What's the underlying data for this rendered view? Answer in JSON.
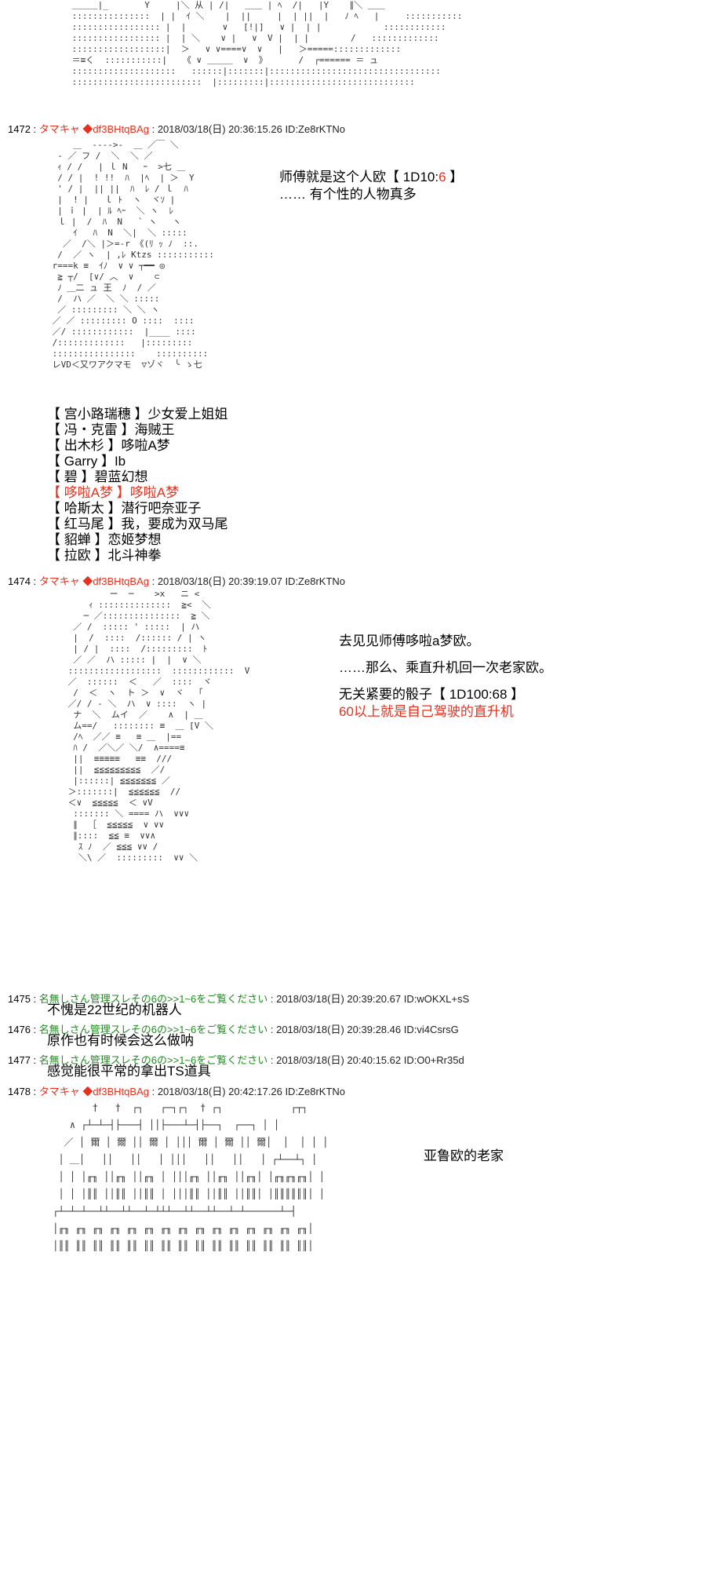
{
  "posts": [
    {
      "header": {
        "num": "1472 :",
        "name": "タマキャ",
        "trip": "◆df3BHtqBAg",
        "date": ": 2018/03/18(日) 20:36:15.26 ID:Ze8rKTNo"
      },
      "lines": [
        {
          "text": "师傅就是这个人欧【 1D10:",
          "hl": "6",
          "tail": " 】"
        },
        {
          "text": "…… 有个性的人物真多"
        }
      ],
      "list": [
        {
          "text": "【 宫小路瑞穗 】少女爱上姐姐",
          "red": false
        },
        {
          "text": "【 冯・克雷 】海贼王",
          "red": false
        },
        {
          "text": "【 出木杉 】哆啦A梦",
          "red": false
        },
        {
          "text": "【 Garry 】Ib",
          "red": false
        },
        {
          "text": "【 碧 】碧蓝幻想",
          "red": false
        },
        {
          "text": "【 哆啦A梦 】哆啦A梦",
          "red": true
        },
        {
          "text": "【 哈斯太 】潜行吧奈亚子",
          "red": false
        },
        {
          "text": "【 红马尾 】我，要成为双马尾",
          "red": false
        },
        {
          "text": "【 貂蝉 】恋姬梦想",
          "red": false
        },
        {
          "text": "【 拉欧 】北斗神拳",
          "red": false
        }
      ]
    },
    {
      "header": {
        "num": "1474 :",
        "name": "タマキャ",
        "trip": "◆df3BHtqBAg",
        "date": ": 2018/03/18(日) 20:39:19.07 ID:Ze8rKTNo"
      },
      "lines": [
        {
          "text": "去见见师傅哆啦a梦欧。"
        },
        {
          "text": "……那么、乘直升机回一次老家欧。"
        },
        {
          "text": "无关紧要的骰子【 1D100:68 】"
        },
        {
          "text": "60以上就是自己驾驶的直升机",
          "red": true
        }
      ]
    },
    {
      "header": {
        "num": "1475 :",
        "name": "名無しさん管理スレその6の>>1~6をご覧ください",
        "date": ": 2018/03/18(日) 20:39:20.67 ID:wOKXL+sS"
      },
      "text": "不愧是22世纪的机器人"
    },
    {
      "header": {
        "num": "1476 :",
        "name": "名無しさん管理スレその6の>>1~6をご覧ください",
        "date": ": 2018/03/18(日) 20:39:28.46 ID:vi4CsrsG"
      },
      "text": "原作也有时候会这么做呐"
    },
    {
      "header": {
        "num": "1477 :",
        "name": "名無しさん管理スレその6の>>1~6をご覧ください",
        "date": ": 2018/03/18(日) 20:40:15.62 ID:O0+Rr35d"
      },
      "text": "感觉能很平常的拿出TS道具"
    },
    {
      "header": {
        "num": "1478 :",
        "name": "タマキャ",
        "trip": "◆df3BHtqBAg",
        "date": ": 2018/03/18(日) 20:42:17.26 ID:Ze8rKTNo"
      },
      "text": "亚鲁欧的老家"
    }
  ],
  "aa": {
    "top": " ＿＿＿|_       Y     |＼ 从 | /|   ＿＿ | ﾍ  /|   |Y    ∥＼ ＿＿\n :::::::::::::::  | |  ｲ ＼    |  ||     |  | ||  |   ﾉ ﾍ   |     :::::::::::\n ::::::::::::::::: |  |       ∨   [!|]   ∨ |  | |            ::::::::::::\n ::::::::::::::::: |  | ＼    ∨ |   ∨  V |  | |        /   :::::::::::::\n ::::::::::::::::::|  ＞   ∨ ∨====∨  ∨   |   ＞=====:::::::::::::\n ＝≡く  :::::::::::|   《 ∨ ＿＿＿  ∨  》      /  ┌====== ＝ ュ\n ::::::::::::::::::::   ::::::|:::::::|:::::::::::::::::::::::::::::::::\n :::::::::::::::::::::::::  |:::::::::|::::::::::::::::::::::::::::",
    "girl": "     ＿  ‐‐-‐>-  ＿ ／￣ ＼\n  ‐ ／ フ /  ＼  ＼ ／\n  ｨ / /   | ｌ N   ｰ  >七 ＿\n  / / |  ! !!  ﾊ  |ﾍ  | ＞  Y\n  ' / |  || ||  ﾊ  ﾚ / ｌ  ﾊ\n  |  ! |   ｌ ﾄ  ヽ  ヾｿ |\n  | ｉ |  | ﾙ ﾍｰ  ＼ ヽ  ﾚ\n  ｌ |  /  ﾊ  N   ` ヽ   ヽ\n     ｲ   ﾊ  Ν  ＼|  ＼ :::::\n   ／  /＼ |＞=-r 《(ﾘ ｯ ﾉ  ::.\n  /  ／ ヽ  | ,ﾚ Ktzs :::::::::::\n r===k ≡  ｲﾉ  ∨ ∨ ┬━━ ◎\n  ≧ ┬/  [∨/ ︿  ∨    ⊂\n  ﾉ ＿二 ュ 王  ﾉ  / ／\n  /  ハ ／  ＼ ＼ :::::\n  ／ ::::::::: ＼ ＼ ヽ\n ／ ／ ::::::::: O ::::  ::::\n ／/ ::::::::::::  |____ ::::\n /:::::::::::::   |:::::::::\n ::::::::::::::::    ::::::::::\n レVD＜又ワアクマモ  ▽ゾヾ  ╰ ゝ七",
    "doraemon": "         ー  ─    >x   ニ <\n     ｨ ::::::::::::::  ≧<  ＼\n    ─ ／:::::::::::::::  ≧ ＼\n  ／ /  ::::: ' :::::  | ハ \n  |  /  ::::  /:::::: / | ヽ\n  | / |  ::::  /:::::::::  ﾄ\n  ／ ／  ハ ::::: |  |  ∨ ＼\n ::::::::::::::::::  ::::::::::::  V\n ／  ::::::  ＜   ／  ::::  ヾ\n  /  ＜  ヽ  ト ＞  ∨  ヾ  「\n ／/ / ‐ ＼  ハ  ∨ ::::  ヽ |\n  ナ  ＼  ムイ  ／    ∧  | ＿\n  ム==/   :::::::: ≡  ＿ [V ＼\n  /ﾍ  ／／ ≡   ≡ ＿  |==\n  ﾊ /  ／＼／ ＼/  ∧====≡\n  ||  ≡≡≡≡≡   ≡≡  ///\n  ||  ≦≦≦≦≦≦≦≦≦  ／/\n  |::::::| ≦≦≦≦≦≦≦ ／\n ＞:::::::|  ≦≦≦≦≦≦  //\n ＜∨  ≦≦≦≦≦  ＜ ∨V\n  ::::::: ＼ ==== ハ  ∨∨∨\n  ∥  ［  ≦≦≦≦≦  ∨ ∨∨\n  ∥::::  ≦≦ ≡  ∨∨∧\n   ｽ ﾉ  ／ ≦≦≦ ∨∨ /\n   ＼\\ ／  :::::::::  ∨∨ ＼",
    "house": "        †   †  ┌┐   ┌─┐┌┐  † ┌┐            ┌┬┐\n    ∧ ┌┴─┴─┤├───┤ ││├───┴─┤├──┐  ┌──┐ │ │\n   ／ │ 爾 │ 爾 ││ 爾 │ │││ 爾 │ 爾 ││ 爾│  │  │ │ │\n  │ ＿│   ││   ││   │ │││   ││   ││   │ ┌┴──┴┐ │\n  │ │ │╓╖ ││╓╖ ││╓╖ │ │││╓╖ ││╓╖ ││╓╖│ │╓╖╓╖╓╖│ │\n  │ │ │║║ ││║║ ││║║ │ │││║║ ││║║ ││║║│ │║║║║║║│ │\n ┌┴─┴─┴──┴┴──┴┴──┴─┴┴┴──┴┴──┴┴──┴─┴──────┴─┤\n │╓╖ ╓╖ ╓╖ ╓╖ ╓╖ ╓╖ ╓╖ ╓╖ ╓╖ ╓╖ ╓╖ ╓╖ ╓╖ ╓╖ ╓╖│\n │║║ ║║ ║║ ║║ ║║ ║║ ║║ ║║ ║║ ║║ ║║ ║║ ║║ ║║ ║║│"
  }
}
